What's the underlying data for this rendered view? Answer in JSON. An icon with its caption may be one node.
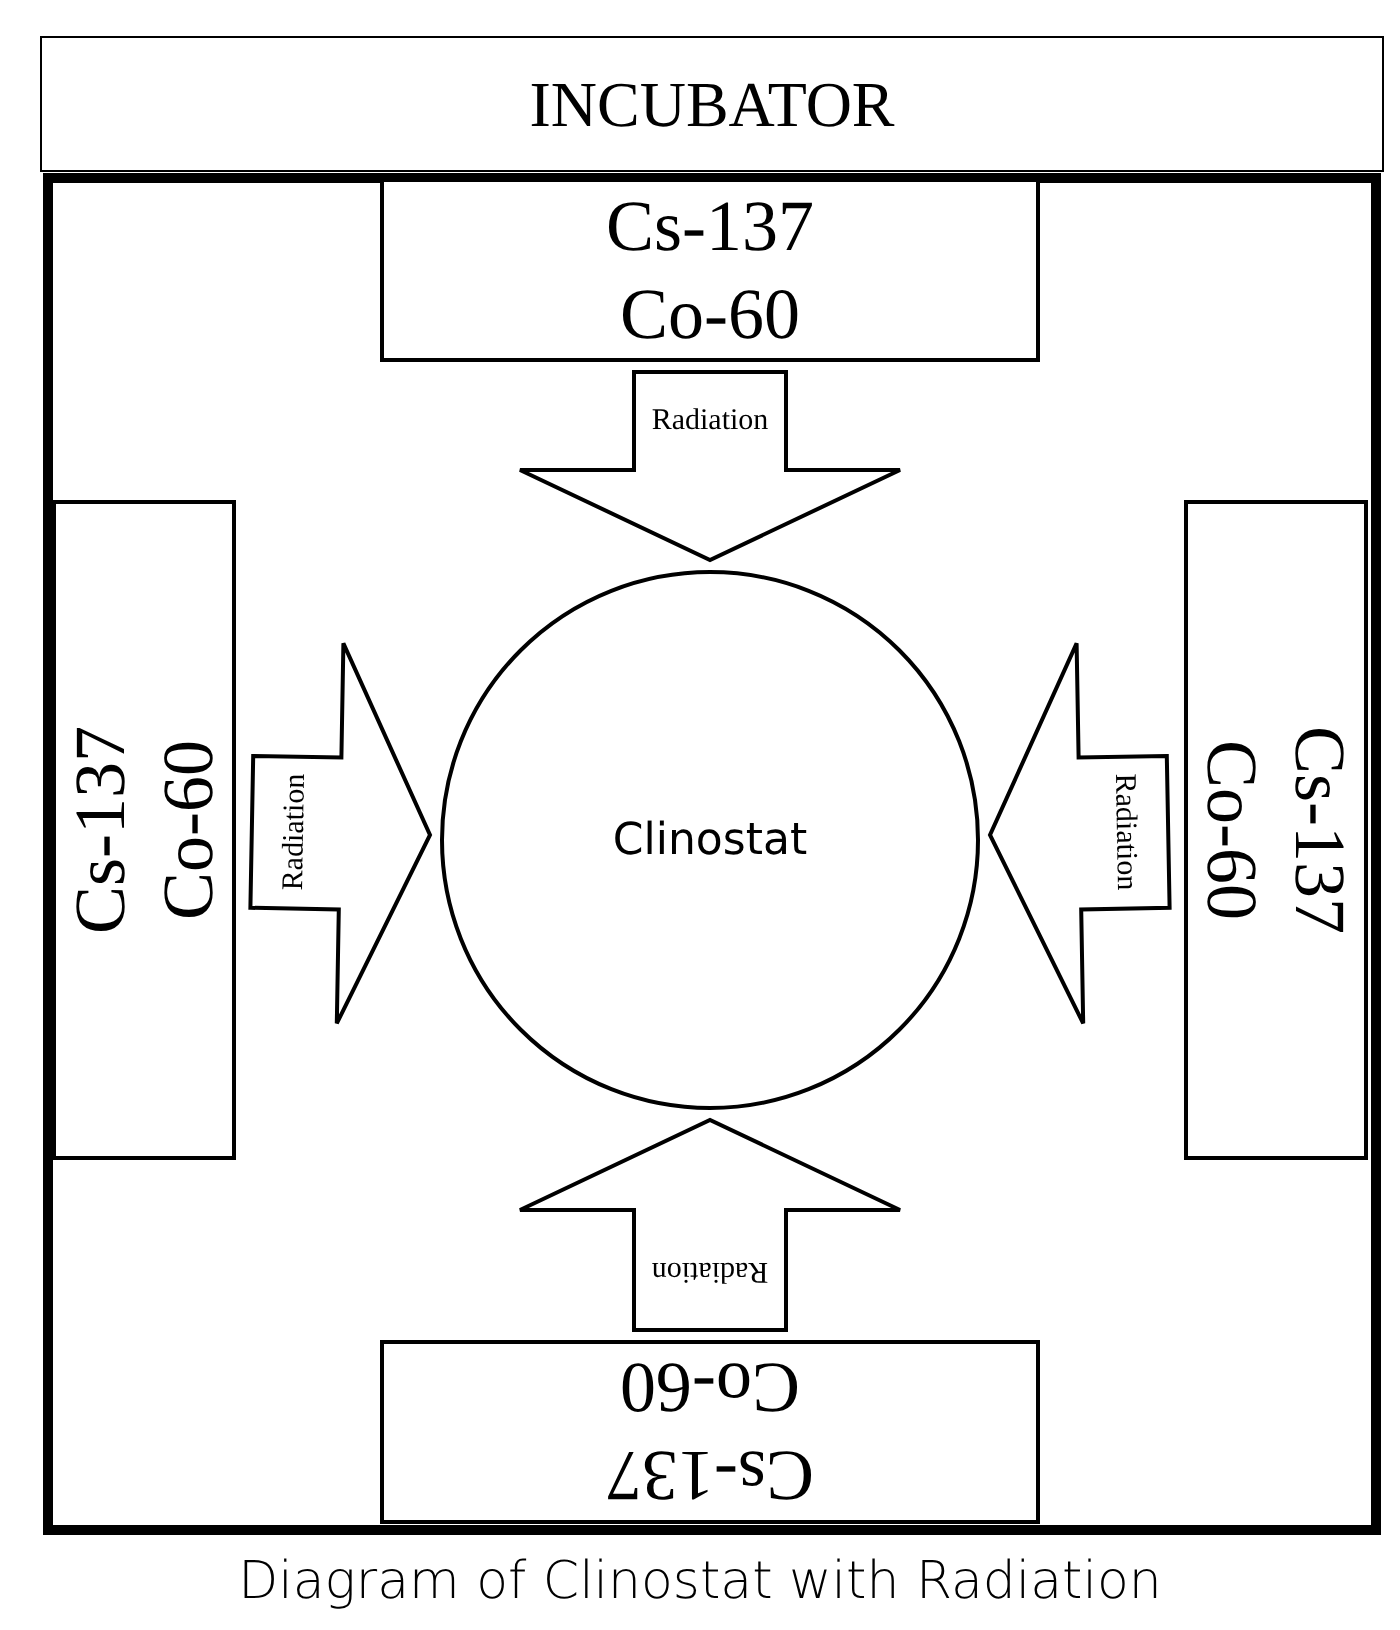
{
  "diagram": {
    "caption": "Diagram of Clinostat with Radiation",
    "nodes": [
      {
        "text": [
          "INCUBATOR"
        ]
      },
      {
        "text": [
          "Cs-137 Co-60"
        ],
        "in": 0
      },
      {
        "text": [
          "Cs-137 Co-60"
        ],
        "in": 0
      },
      {
        "text": [
          "Clinostat"
        ],
        "in": 0
      },
      {
        "text": [
          "Cs-137 Co-60"
        ],
        "in": 0
      },
      {
        "text": [
          "Cs-137 Co-60"
        ],
        "in": 0
      }
    ],
    "edges": [
      {
        "from": 1,
        "to": 3,
        "arrow": "to",
        "label": "Radiation"
      },
      {
        "from": 2,
        "to": 3,
        "arrow": "to",
        "label": "Radiation"
      },
      {
        "from": 4,
        "to": 3,
        "arrow": "to",
        "label": "Radiation"
      },
      {
        "from": 5,
        "to": 3,
        "arrow": "to",
        "label": "Radiation"
      }
    ]
  }
}
